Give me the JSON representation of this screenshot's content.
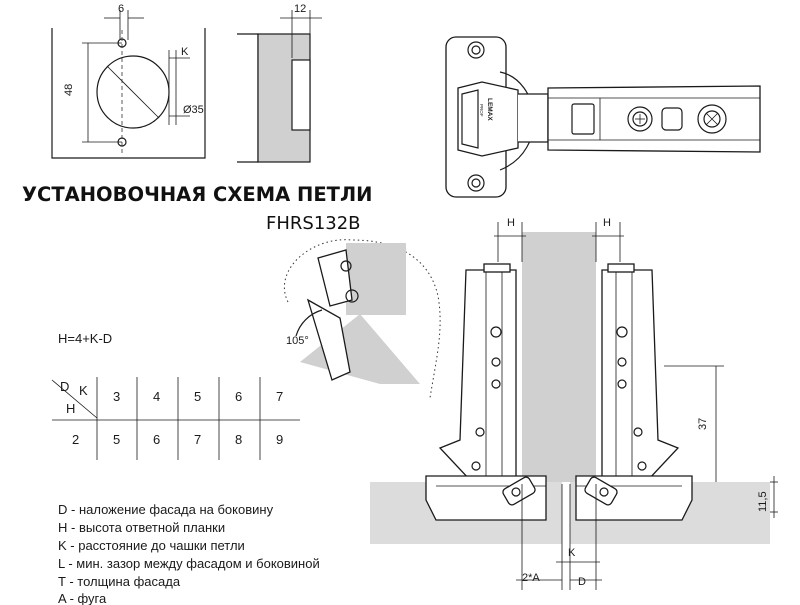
{
  "title": "УСТАНОВОЧНАЯ СХЕМА ПЕТЛИ",
  "model": "FHRS132B",
  "formula": "H=4+K-D",
  "cup_drawing": {
    "dim_6": "6",
    "dim_48": "48",
    "dim_K": "K",
    "dim_d35": "Ø35"
  },
  "facade_drawing": {
    "dim_12": "12"
  },
  "hinge_plan": {
    "brand": "LEMAX",
    "brand_sub": "PROF"
  },
  "opening_detail": {
    "angle": "105°"
  },
  "table": {
    "corner_D": "D",
    "corner_K": "K",
    "corner_H": "H",
    "k_values": [
      "3",
      "4",
      "5",
      "6",
      "7"
    ],
    "h_label": "2",
    "h_values": [
      "5",
      "6",
      "7",
      "8",
      "9"
    ]
  },
  "section_drawing": {
    "dim_H_left": "H",
    "dim_H_right": "H",
    "dim_37": "37",
    "dim_11_5": "11,5",
    "dim_K": "K",
    "dim_2A": "2*A",
    "dim_D": "D"
  },
  "legend": [
    "D - наложение фасада на боковину",
    "H - высота ответной планки",
    "K - расстояние до чашки петли",
    "L - мин. зазор между фасадом и боковиной",
    "T - толщина фасада",
    "A - фуга"
  ]
}
